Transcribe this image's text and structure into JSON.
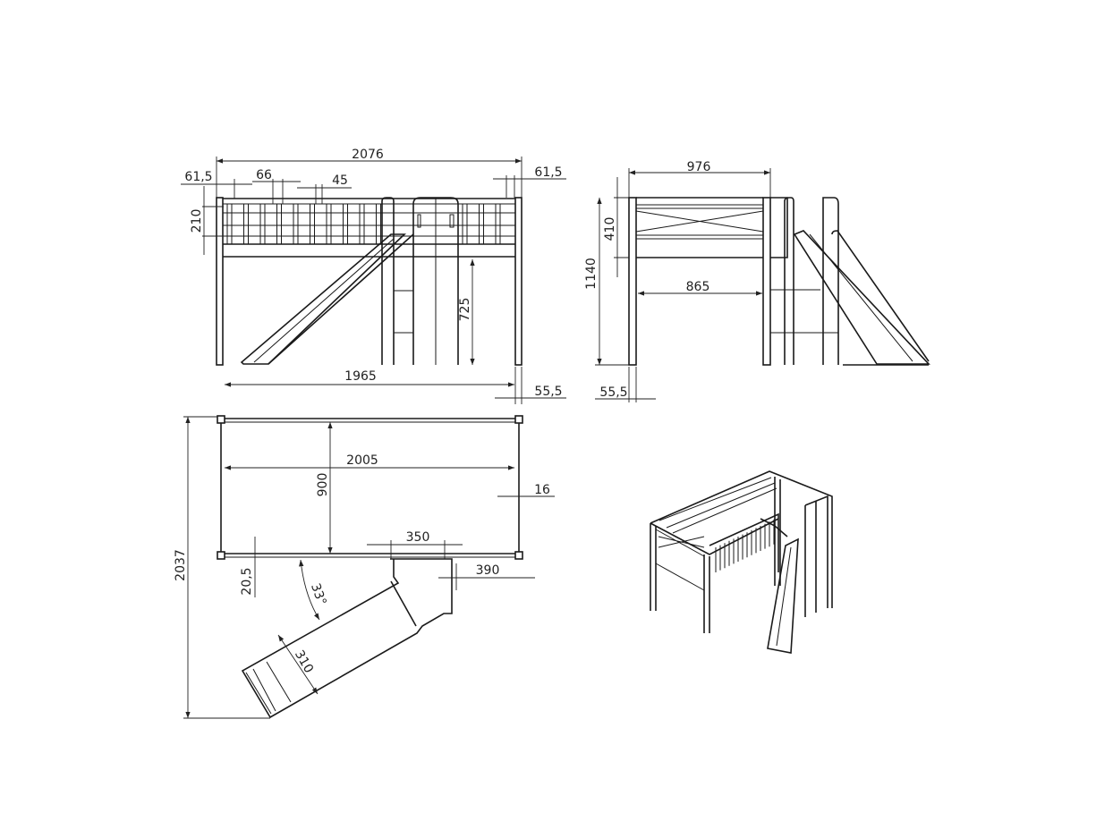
{
  "front_view": {
    "overall_width": "2076",
    "post_left": "61,5",
    "baluster_spacing": "66",
    "baluster_width": "45",
    "post_right": "61,5",
    "rail_height": "210",
    "ladder_height": "725",
    "inner_width": "1965",
    "leg_width": "55,5"
  },
  "side_view": {
    "overall_depth": "976",
    "panel_height": "410",
    "overall_height": "1140",
    "inner_depth": "865",
    "leg_width": "55,5"
  },
  "top_view": {
    "length": "2005",
    "width": "900",
    "rail_offset": "16",
    "ladder_width": "350",
    "ladder_offset": "390",
    "rail_thickness": "20,5",
    "slide_angle": "33°",
    "slide_width": "310",
    "overall_depth": "2037"
  },
  "colors": {
    "line": "#1a1a1a",
    "background": "#ffffff"
  }
}
